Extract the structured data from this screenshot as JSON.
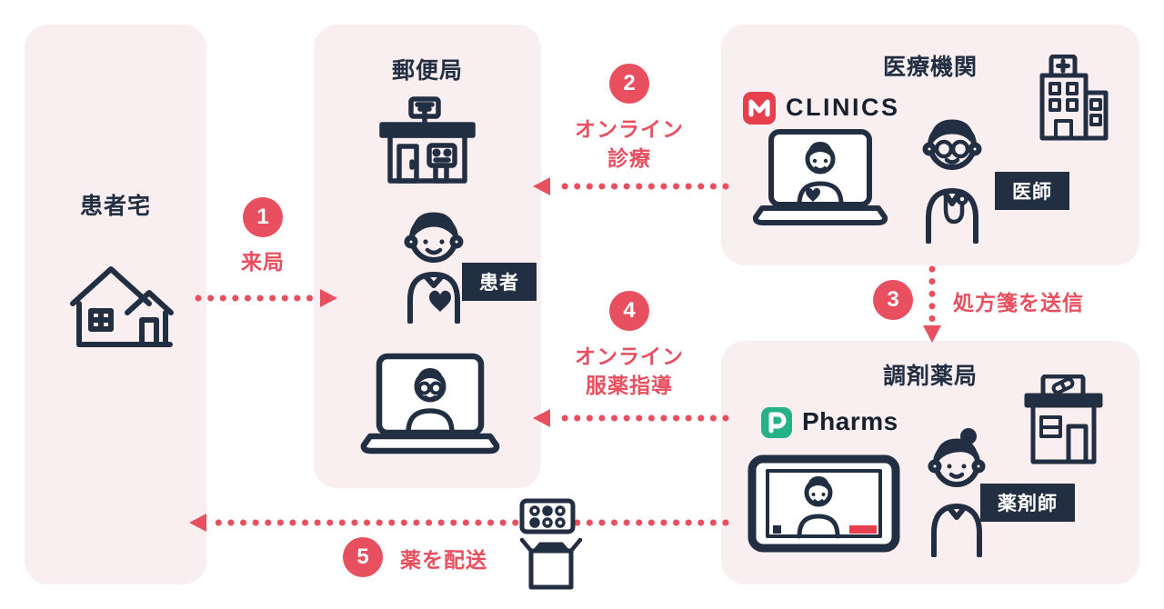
{
  "colors": {
    "accent_red": "#e85060",
    "icon_navy": "#222f43",
    "panel_pink": "#f9eff0",
    "pharms_green": "#25b287",
    "clinics_red": "#e6404f"
  },
  "panels": {
    "patient_home": {
      "title": "患者宅"
    },
    "post_office": {
      "title": "郵便局",
      "chip": "患者"
    },
    "medical": {
      "title": "医療機関",
      "brand": "CLINICS",
      "chip": "医師"
    },
    "pharmacy": {
      "title": "調剤薬局",
      "brand": "Pharms",
      "chip": "薬剤師"
    }
  },
  "steps": [
    {
      "num": "1",
      "label": "来局"
    },
    {
      "num": "2",
      "label": "オンライン\n診療"
    },
    {
      "num": "3",
      "label": "処方箋を送信"
    },
    {
      "num": "4",
      "label": "オンライン\n服薬指導"
    },
    {
      "num": "5",
      "label": "薬を配送"
    }
  ]
}
